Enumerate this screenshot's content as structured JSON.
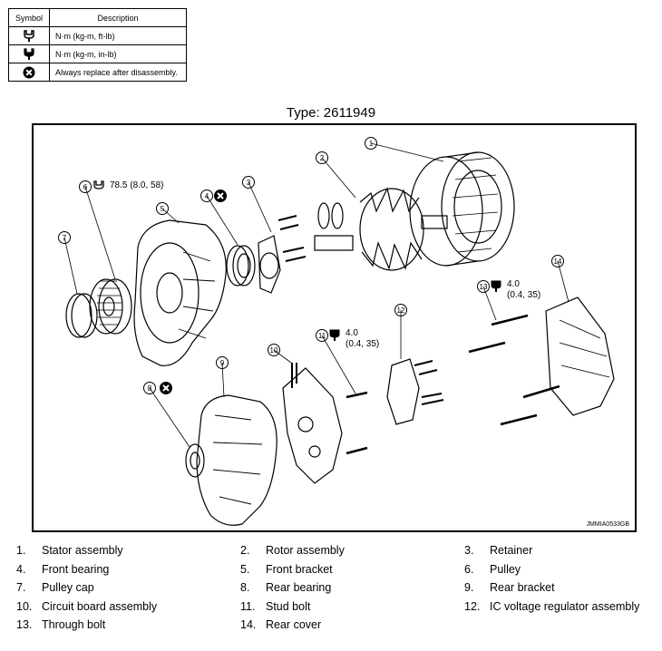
{
  "legend": {
    "header_symbol": "Symbol",
    "header_description": "Description",
    "rows": [
      {
        "icon": "torque-wrench-icon",
        "description": "N·m (kg-m, ft-lb)"
      },
      {
        "icon": "torque-wrench-filled-icon",
        "description": "N·m (kg-m, in-lb)"
      },
      {
        "icon": "replace-x-icon",
        "description": "Always replace after disassembly."
      }
    ]
  },
  "figure": {
    "type_title": "Type: 2611949",
    "code": "JMMIA0533GB",
    "torque_6": "78.5 (8.0, 58)",
    "torque_13_a": "4.0",
    "torque_13_b": "(0.4, 35)",
    "torque_11_a": "4.0",
    "torque_11_b": "(0.4, 35)",
    "callouts": [
      "1",
      "2",
      "3",
      "4",
      "5",
      "6",
      "7",
      "8",
      "9",
      "10",
      "11",
      "12",
      "13",
      "14"
    ]
  },
  "parts": [
    {
      "num": "1.",
      "name": "Stator assembly"
    },
    {
      "num": "2.",
      "name": "Rotor assembly"
    },
    {
      "num": "3.",
      "name": "Retainer"
    },
    {
      "num": "4.",
      "name": "Front bearing"
    },
    {
      "num": "5.",
      "name": "Front bracket"
    },
    {
      "num": "6.",
      "name": "Pulley"
    },
    {
      "num": "7.",
      "name": "Pulley cap"
    },
    {
      "num": "8.",
      "name": "Rear bearing"
    },
    {
      "num": "9.",
      "name": "Rear bracket"
    },
    {
      "num": "10.",
      "name": "Circuit board assembly"
    },
    {
      "num": "11.",
      "name": "Stud bolt"
    },
    {
      "num": "12.",
      "name": "IC voltage regulator assembly"
    },
    {
      "num": "13.",
      "name": "Through bolt"
    },
    {
      "num": "14.",
      "name": "Rear cover"
    }
  ]
}
